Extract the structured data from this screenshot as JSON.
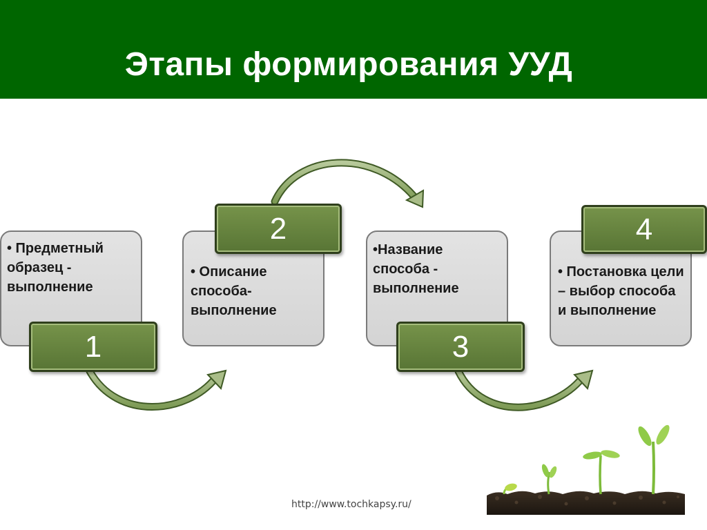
{
  "title": "Этапы формирования УУД",
  "stages": [
    {
      "number": "1",
      "text": "• Предметный образец - выполнение"
    },
    {
      "number": "2",
      "text": "• Описание способа- выполнение"
    },
    {
      "number": "3",
      "text": "•Название способа - выполнение"
    },
    {
      "number": "4",
      "text": "• Постановка цели – выбор способа и выполнение"
    }
  ],
  "footer_url": "http://www.tochkapsy.ru/",
  "colors": {
    "header_bg": "#006600",
    "box_green": "#6a8a42",
    "card_gray": "#d9d9d9"
  }
}
